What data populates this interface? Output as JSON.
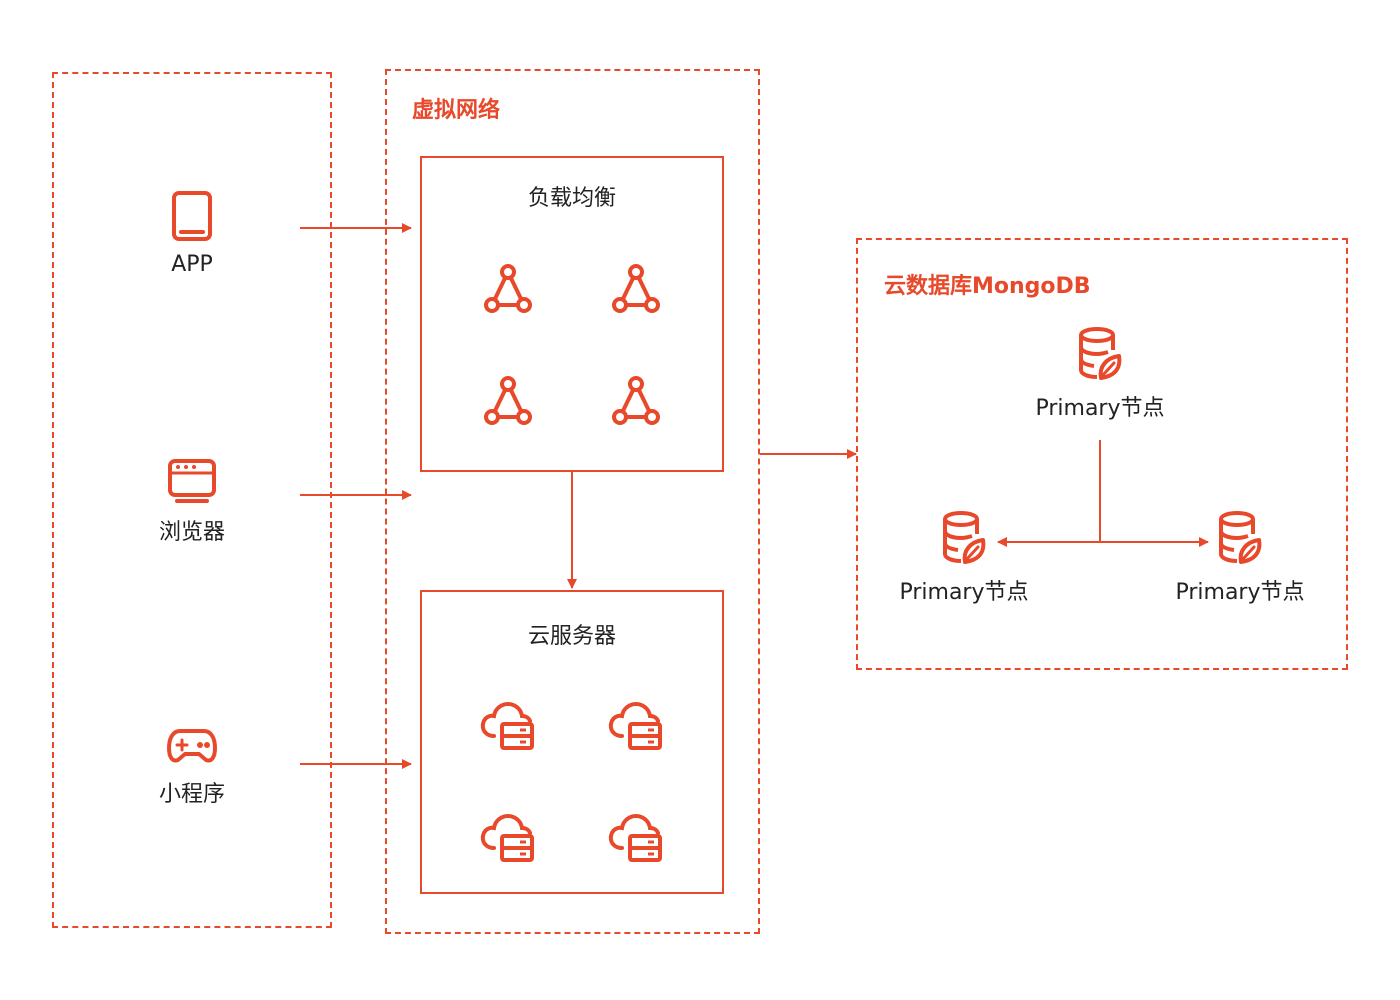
{
  "clients": [
    {
      "label": "APP",
      "icon": "tablet-icon"
    },
    {
      "label": "浏览器",
      "icon": "browser-window-icon"
    },
    {
      "label": "小程序",
      "icon": "gamepad-icon"
    }
  ],
  "vnet": {
    "title": "虚拟网络",
    "load_balancer": {
      "title": "负载均衡",
      "icon": "network-triangle-icon",
      "count": 4
    },
    "cloud_server": {
      "title": "云服务器",
      "icon": "cloud-server-icon",
      "count": 4
    }
  },
  "mongodb": {
    "title": "云数据库MongoDB",
    "nodes": [
      {
        "label": "Primary节点",
        "icon": "database-leaf-icon"
      },
      {
        "label": "Primary节点",
        "icon": "database-leaf-icon"
      },
      {
        "label": "Primary节点",
        "icon": "database-leaf-icon"
      }
    ]
  },
  "colors": {
    "accent": "#e8492b",
    "text": "#222222",
    "background": "#ffffff"
  }
}
